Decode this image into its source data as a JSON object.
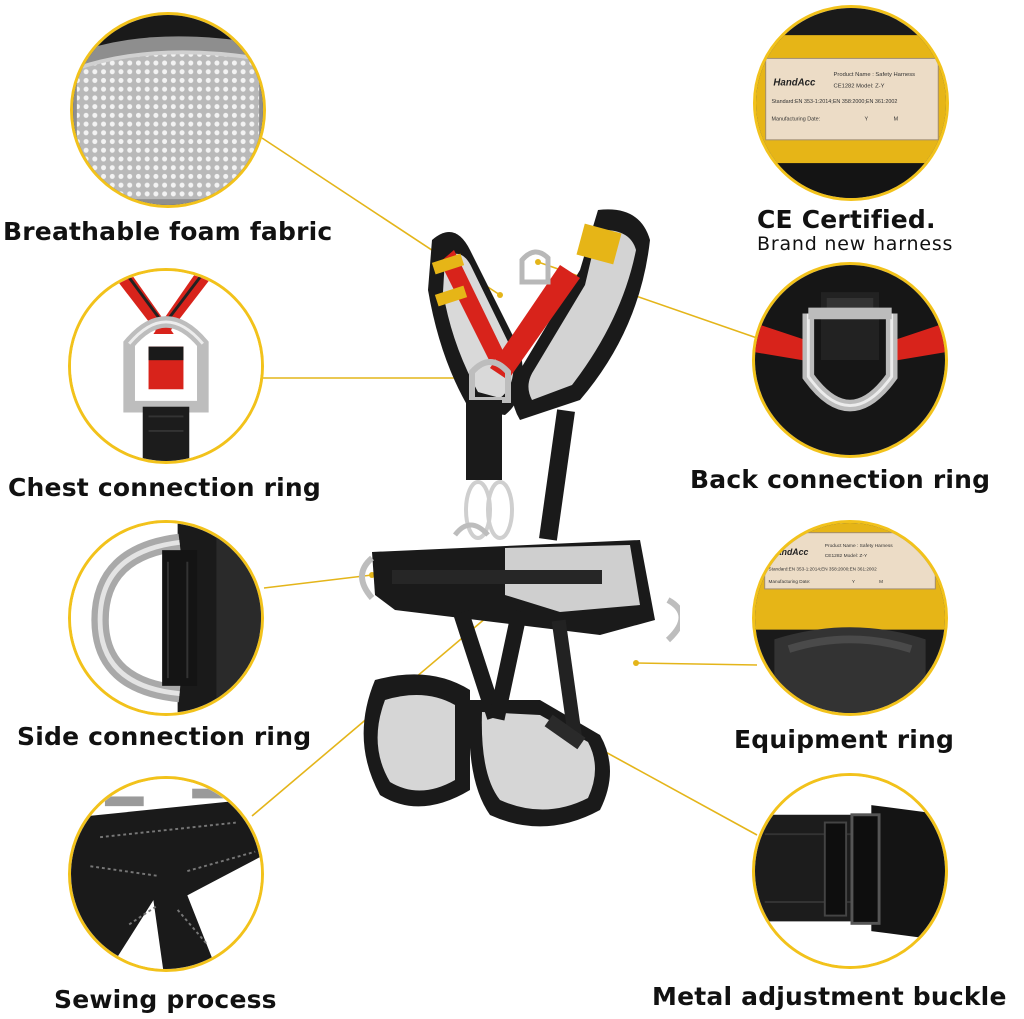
{
  "callouts": {
    "foam": "Breathable foam fabric",
    "chest": "Chest connection ring",
    "side": "Side connection ring",
    "sewing": "Sewing process",
    "ce_title": "CE Certified.",
    "ce_sub": "Brand new harness",
    "back": "Back connection ring",
    "equipment": "Equipment ring",
    "buckle": "Metal adjustment buckle"
  },
  "tag": {
    "brand": "HandAcc",
    "product": "Product Name : Safety Harness",
    "model": "CE1282 Model: Z-Y",
    "standard": "Standard:EN 353-1:2014;EN 358:2000;EN 361:2002",
    "manufacturing": "Manufacturing  Date:",
    "y": "Y",
    "m": "M"
  },
  "colors": {
    "accent_yellow": "#f2c21b",
    "strap_red": "#d8231b",
    "strap_black": "#161616",
    "padding_grey": "#c9c9c9"
  }
}
